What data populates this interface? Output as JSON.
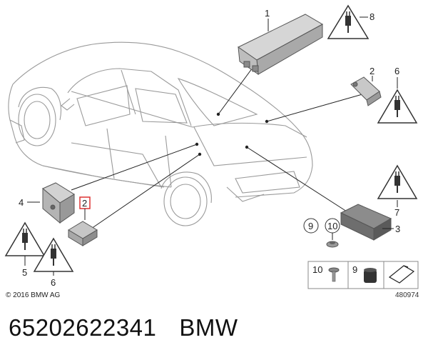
{
  "callouts": {
    "n1": "1",
    "n2_top": "2",
    "n6_top": "6",
    "n8": "8",
    "n4": "4",
    "n2_left": "2",
    "n5": "5",
    "n6_left": "6",
    "n7": "7",
    "n3": "3",
    "n9": "9",
    "n10": "10"
  },
  "legend": {
    "item_10": "10",
    "item_9": "9"
  },
  "copyright": "© 2016 BMW AG",
  "figure_number": "480974",
  "footer": {
    "part_number": "65202622341",
    "brand": "BMW"
  }
}
